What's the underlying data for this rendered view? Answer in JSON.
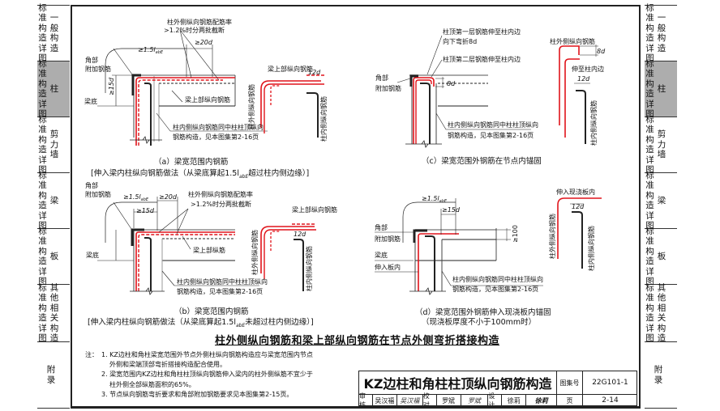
{
  "sidebar": {
    "std_label": [
      "标",
      "准",
      "构",
      "造",
      "详",
      "图"
    ],
    "items": [
      {
        "label": "一般构造",
        "active": false
      },
      {
        "label": "柱",
        "active": true
      },
      {
        "label": "剪力墙",
        "active": false
      },
      {
        "label": "梁",
        "active": false
      },
      {
        "label": "板",
        "active": false
      },
      {
        "label": "其他相关构造",
        "active": false
      },
      {
        "label": "附录",
        "active": false,
        "appendix": true
      }
    ]
  },
  "figures": {
    "a": {
      "labels": {
        "corner_bar": "角部",
        "corner_bar2": "附加钢筋",
        "beam_bottom": "梁底",
        "dim_15lab": "≥1.5l",
        "dim_15lab_sub": "abE",
        "dim_20d": "≥20d",
        "dim_15d": "≥15d",
        "cut_note1": "柱外侧纵向钢筋配筋率",
        "cut_note2": ">1.2%时分两批截断",
        "beam_top_bar": "梁上部纵向钢筋",
        "inner_note1": "柱内侧纵向钢筋同中柱柱顶纵向",
        "inner_note2": "钢筋构造，见本图集第2-16页",
        "side_beam_top": "梁上部纵向钢筋",
        "side_outer_col": "柱外侧纵向钢筋",
        "side_inner_col": "柱内侧纵向钢筋",
        "dim_12d": "12d"
      },
      "caption": "（a）梁宽范围内钢筋",
      "subcaption": "[伸入梁内柱纵向钢筋做法（从梁底算起1.5l",
      "subcaption_sub": "abE",
      "subcaption_end": "超过柱内侧边缘）]"
    },
    "b": {
      "labels": {
        "corner_bar": "角部",
        "corner_bar2": "附加钢筋",
        "beam_bottom": "梁底",
        "dim_15lab": "≥1.5l",
        "dim_15lab_sub": "abE",
        "dim_20d": "≥20d",
        "dim_15d": "≥15d",
        "cut_note1": "柱外侧纵向钢筋配筋率",
        "cut_note2": ">1.2%时分两批截断",
        "beam_top_bar": "梁上部纵筋",
        "inner_note1": "柱内侧纵向钢筋同中柱柱顶纵向",
        "inner_note2": "钢筋构造，见本图集第2-16页",
        "side_beam_top": "梁上部纵向钢筋",
        "side_outer_col": "柱外侧纵向钢筋",
        "side_inner_col": "柱内侧纵向钢筋",
        "dim_12d": "12d"
      },
      "caption": "（b）梁宽范围内钢筋",
      "subcaption": "[伸入梁内柱纵向钢筋做法（从梁底算起1.5l",
      "subcaption_sub": "abE",
      "subcaption_end": "未超过柱内侧边缘）]"
    },
    "c": {
      "labels": {
        "top_layer1_a": "柱顶第一层钢筋伸至柱内边",
        "top_layer1_b": "向下弯折8d",
        "top_layer2": "柱顶第二层钢筋伸至柱内边",
        "corner_bar": "角部",
        "corner_bar2": "附加钢筋",
        "dim_8d": "8d",
        "inner_note1": "柱内侧纵向钢筋同中柱柱顶纵向",
        "inner_note2": "钢筋构造，见本图集第2-16页",
        "side_outer_col": "柱外侧纵向钢筋",
        "side_to_inner": "伸至柱内边",
        "side_inner_col": "柱内侧纵向钢筋",
        "dim_12d": "12d"
      },
      "caption": "（c）梁宽范围外钢筋在节点内锚固"
    },
    "d": {
      "labels": {
        "dim_15lab": "≥1.5l",
        "dim_15lab_sub": "abE",
        "dim_15d": "≥15d",
        "corner_bar": "角部",
        "corner_bar2": "附加钢筋",
        "beam_bottom": "梁底",
        "into_slab": "伸入板内",
        "dim_100": "≥100",
        "inner_note1": "柱内侧纵向钢筋同中柱柱顶纵向",
        "inner_note2": "钢筋构造，见本图集第2-16页",
        "side_into_slab": "伸入现浇板内",
        "side_outer_col": "柱外侧纵向钢筋",
        "side_inner_col": "柱内侧纵向钢筋",
        "dim_12d": "12d"
      },
      "caption": "（d）梁宽范围外钢筋伸入现浇板内锚固",
      "subcaption": "（现浇板厚度不小于100mm时）"
    }
  },
  "main_heading": "柱外侧纵向钢筋和梁上部纵向钢筋在节点外侧弯折搭接构造",
  "notes": {
    "label": "注：",
    "items": [
      "1. KZ边柱和角柱梁宽范围外节点外侧柱纵向钢筋构造应与梁宽范围内节点",
      "外侧和梁端顶部弯折搭接构造配合使用。",
      "2. 梁宽范围内KZ边柱和角柱柱顶纵向钢筋伸入梁内的柱外侧纵筋不宜少于",
      "柱外侧全部纵筋面积的65%。",
      "3. 节点纵向钢筋弯折要求和角部附加钢筋要求见本图集第2-15页。"
    ]
  },
  "title_block": {
    "title": "KZ边柱和角柱柱顶纵向钢筋构造",
    "atlas_label": "图集号",
    "atlas_no": "22G101-1",
    "page_label": "页",
    "page_no": "2-14",
    "review_label": "审核",
    "review_name": "吴汉福",
    "review_sign": "吴汉福",
    "check_label": "校对",
    "check_name": "罗斌",
    "check_sign": "罗斌",
    "design_label": "设计",
    "design_name": "徐莉",
    "design_sign": "徐莉"
  },
  "colors": {
    "rebar_red": "#e0141b",
    "active_tab": "#adadad",
    "line": "#222222"
  }
}
